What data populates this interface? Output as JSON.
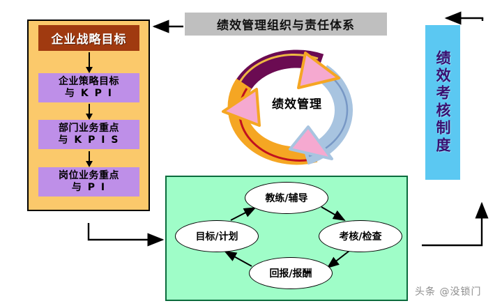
{
  "header": {
    "banner_title": "绩效管理组织与责任体系"
  },
  "left_panel": {
    "strategy_box": "企业战略目标",
    "boxes": [
      {
        "line1": "企业策略目标",
        "line2": "与 K P I"
      },
      {
        "line1": "部门业务重点",
        "line2": "与 K P I S"
      },
      {
        "line1": "岗位业务重点",
        "line2": "与 P I"
      }
    ]
  },
  "right_panel": {
    "vertical_title": "绩效考核制度"
  },
  "center_cycle": {
    "label": "绩效管理",
    "arcs": [
      {
        "name": "top-arc",
        "color": "#6B0B52",
        "head": "#F5A9D0"
      },
      {
        "name": "left-arc",
        "color": "#F5A623",
        "head": "#F5A9D0"
      },
      {
        "name": "right-arc",
        "color": "#A8C4E0",
        "head": "#F5A9D0"
      }
    ]
  },
  "cycle_box": {
    "nodes": [
      {
        "id": "goal",
        "label": "目标/计划"
      },
      {
        "id": "coach",
        "label": "教练/辅导"
      },
      {
        "id": "assess",
        "label": "考核/检查"
      },
      {
        "id": "reward",
        "label": "回报/报酬"
      }
    ]
  },
  "watermark": {
    "text": "头条 @没锁门"
  },
  "colors": {
    "orange_panel": "#FBC96B",
    "strategy_box": "#A03A10",
    "purple_box": "#BE8FE8",
    "gray_banner": "#BFBFBF",
    "blue_box": "#5BC8F2",
    "blue_text": "#3A1070",
    "green_box": "#9FFDC8",
    "green_border": "#0A6B3C",
    "watermark": "#8C8C8C"
  }
}
